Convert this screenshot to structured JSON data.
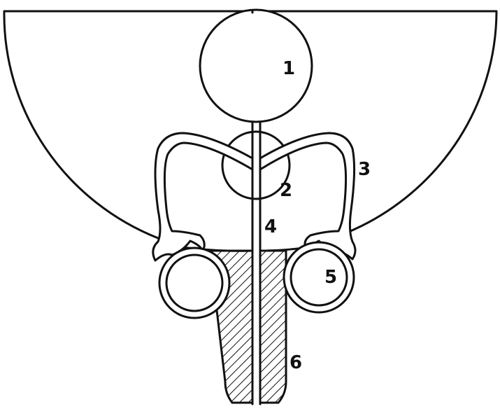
{
  "diagram": {
    "labels": {
      "l1": "1",
      "l2": "2",
      "l3": "3",
      "l4": "4",
      "l5": "5",
      "l6": "6"
    },
    "colors": {
      "line": "#111111",
      "background": "#ffffff"
    }
  }
}
